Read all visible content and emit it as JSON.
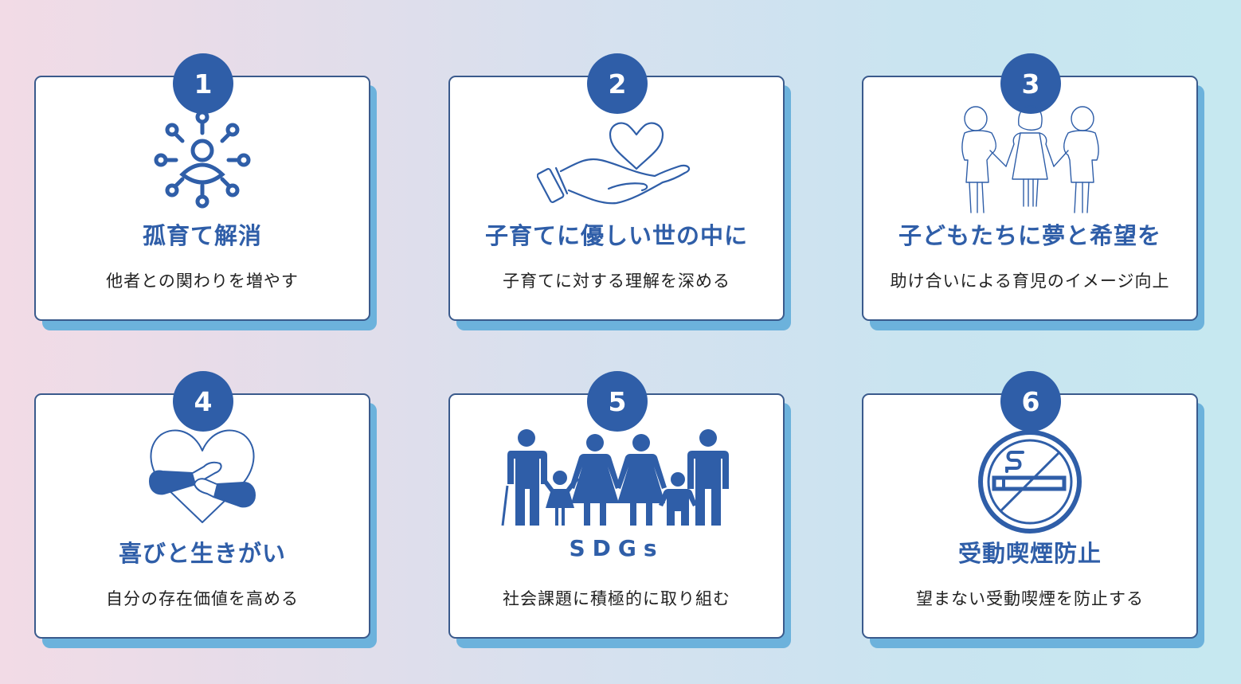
{
  "colors": {
    "accent": "#2f5ea8",
    "card_border": "#3a5a8c",
    "card_shadow": "#6cb2dc",
    "card_bg": "#ffffff",
    "body_text": "#222222",
    "bg_left": "#f2dbe6",
    "bg_right": "#c6e8f0"
  },
  "cards": [
    {
      "number": "1",
      "icon": "network-person-icon",
      "title": "孤育て解消",
      "subtitle": "他者との関わりを増やす"
    },
    {
      "number": "2",
      "icon": "hand-heart-icon",
      "title": "子育てに優しい世の中に",
      "subtitle": "子育てに対する理解を深める"
    },
    {
      "number": "3",
      "icon": "children-holding-hands-icon",
      "title": "子どもたちに夢と希望を",
      "subtitle": "助け合いによる育児のイメージ向上"
    },
    {
      "number": "4",
      "icon": "heart-hug-icon",
      "title": "喜びと生きがい",
      "subtitle": "自分の存在価値を高める"
    },
    {
      "number": "5",
      "icon": "family-icon",
      "title": "SDGs",
      "subtitle": "社会課題に積極的に取り組む"
    },
    {
      "number": "6",
      "icon": "no-smoking-icon",
      "title": "受動喫煙防止",
      "subtitle": "望まない受動喫煙を防止する"
    }
  ]
}
